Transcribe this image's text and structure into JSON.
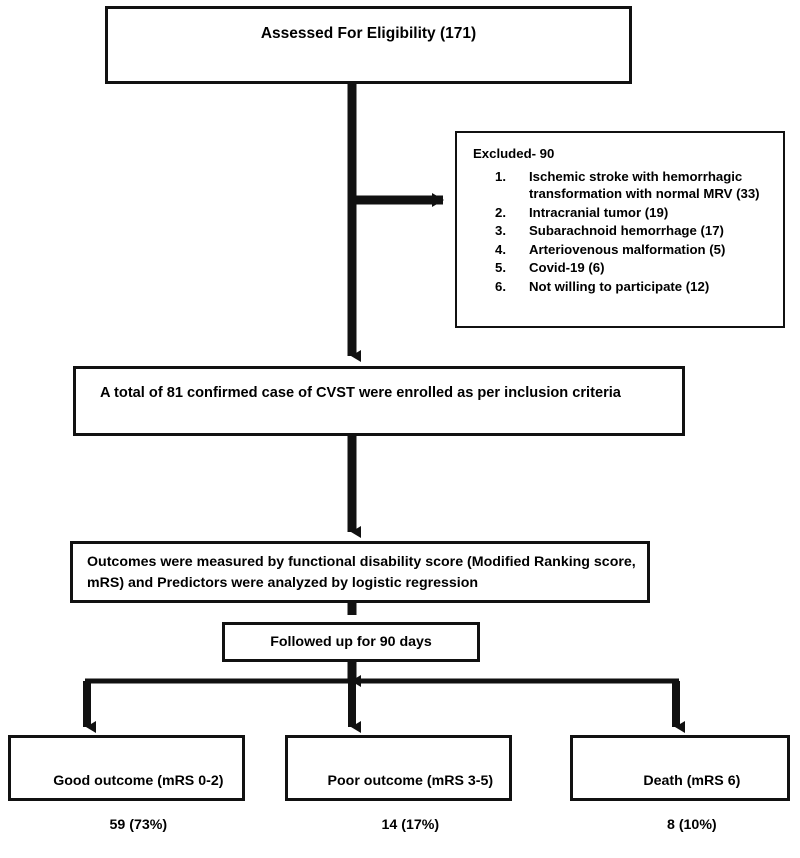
{
  "diagram": {
    "type": "flowchart",
    "title": "CVST study enrollment and outcomes flow diagram",
    "line_color": "#111111",
    "box_fill": "#ffffff"
  },
  "nodes": {
    "eligibility": {
      "label": "Assessed For Eligibility (171)",
      "count": 171
    },
    "excluded": {
      "heading": "Excluded- 90",
      "total": 90,
      "items": [
        {
          "num": "1.",
          "label": "Ischemic stroke with hemorrhagic transformation with normal MRV (33)",
          "count": 33
        },
        {
          "num": "2.",
          "label": "Intracranial tumor (19)",
          "count": 19
        },
        {
          "num": "3.",
          "label": "Subarachnoid hemorrhage (17)",
          "count": 17
        },
        {
          "num": "4.",
          "label": "Arteriovenous malformation (5)",
          "count": 5
        },
        {
          "num": "5.",
          "label": "Covid-19 (6)",
          "count": 6
        },
        {
          "num": "6.",
          "label": "Not willing to participate (12)",
          "count": 12
        }
      ]
    },
    "enrolled": {
      "label": "A total of 81 confirmed case of CVST were enrolled as per inclusion criteria",
      "count": 81
    },
    "outcomes_method": {
      "label": "Outcomes were measured by functional disability score (Modified Ranking score, mRS) and Predictors were analyzed by logistic regression"
    },
    "followup": {
      "label": "Followed up for 90 days",
      "days": 90
    },
    "good_outcome": {
      "line1": "Good outcome (mRS 0-2)",
      "line2": "59 (73%)",
      "count": 59,
      "percent": "73%"
    },
    "poor_outcome": {
      "line1": "Poor outcome (mRS 3-5)",
      "line2": "14 (17%)",
      "count": 14,
      "percent": "17%"
    },
    "death_outcome": {
      "line1": "Death (mRS 6)",
      "line2": "8 (10%)",
      "count": 8,
      "percent": "10%"
    }
  }
}
